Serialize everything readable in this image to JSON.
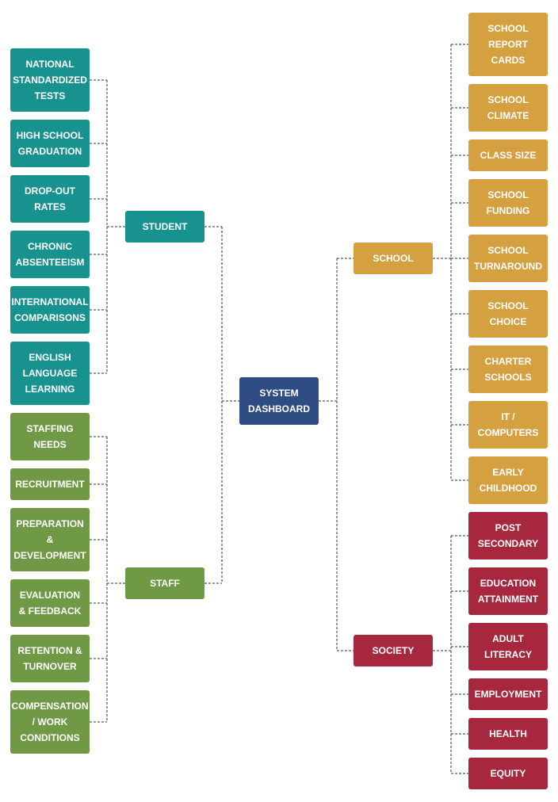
{
  "colors": {
    "root": "#2f4c83",
    "student": "#17928f",
    "staff": "#709945",
    "school": "#d5a03f",
    "society": "#a7283e",
    "connector": "#333333"
  },
  "root": {
    "id": "system-dashboard",
    "label": "SYSTEM\nDASHBOARD"
  },
  "branches": [
    {
      "id": "student",
      "label": "STUDENT",
      "color_key": "student",
      "side": "left",
      "children": [
        {
          "id": "national-standardized-tests",
          "label": "NATIONAL\nSTANDARDIZED\nTESTS"
        },
        {
          "id": "high-school-graduation",
          "label": "HIGH SCHOOL\nGRADUATION"
        },
        {
          "id": "drop-out-rates",
          "label": "DROP-OUT\nRATES"
        },
        {
          "id": "chronic-absenteeism",
          "label": "CHRONIC\nABSENTEEISM"
        },
        {
          "id": "international-comparisons",
          "label": "INTERNATIONAL\nCOMPARISONS"
        },
        {
          "id": "english-language-learning",
          "label": "ENGLISH\nLANGUAGE\nLEARNING"
        }
      ]
    },
    {
      "id": "staff",
      "label": "STAFF",
      "color_key": "staff",
      "side": "left",
      "children": [
        {
          "id": "staffing-needs",
          "label": "STAFFING\nNEEDS"
        },
        {
          "id": "recruitment",
          "label": "RECRUITMENT"
        },
        {
          "id": "preparation-development",
          "label": "PREPARATION\n&\nDEVELOPMENT"
        },
        {
          "id": "evaluation-feedback",
          "label": "EVALUATION\n& FEEDBACK"
        },
        {
          "id": "retention-turnover",
          "label": "RETENTION &\nTURNOVER"
        },
        {
          "id": "compensation-work-conditions",
          "label": "COMPENSATION\n/ WORK\nCONDITIONS"
        }
      ]
    },
    {
      "id": "school",
      "label": "SCHOOL",
      "color_key": "school",
      "side": "right",
      "children": [
        {
          "id": "school-report-cards",
          "label": "SCHOOL\nREPORT\nCARDS"
        },
        {
          "id": "school-climate",
          "label": "SCHOOL\nCLIMATE"
        },
        {
          "id": "class-size",
          "label": "CLASS SIZE"
        },
        {
          "id": "school-funding",
          "label": "SCHOOL\nFUNDING"
        },
        {
          "id": "school-turnaround",
          "label": "SCHOOL\nTURNAROUND"
        },
        {
          "id": "school-choice",
          "label": "SCHOOL\nCHOICE"
        },
        {
          "id": "charter-schools",
          "label": "CHARTER\nSCHOOLS"
        },
        {
          "id": "it-computers",
          "label": "IT /\nCOMPUTERS"
        },
        {
          "id": "early-childhood",
          "label": "EARLY\nCHILDHOOD"
        }
      ]
    },
    {
      "id": "society",
      "label": "SOCIETY",
      "color_key": "society",
      "side": "right",
      "children": [
        {
          "id": "post-secondary",
          "label": "POST\nSECONDARY"
        },
        {
          "id": "education-attainment",
          "label": "EDUCATION\nATTAINMENT"
        },
        {
          "id": "adult-literacy",
          "label": "ADULT\nLITERACY"
        },
        {
          "id": "employment",
          "label": "EMPLOYMENT"
        },
        {
          "id": "health",
          "label": "HEALTH"
        },
        {
          "id": "equity",
          "label": "EQUITY"
        }
      ]
    }
  ]
}
